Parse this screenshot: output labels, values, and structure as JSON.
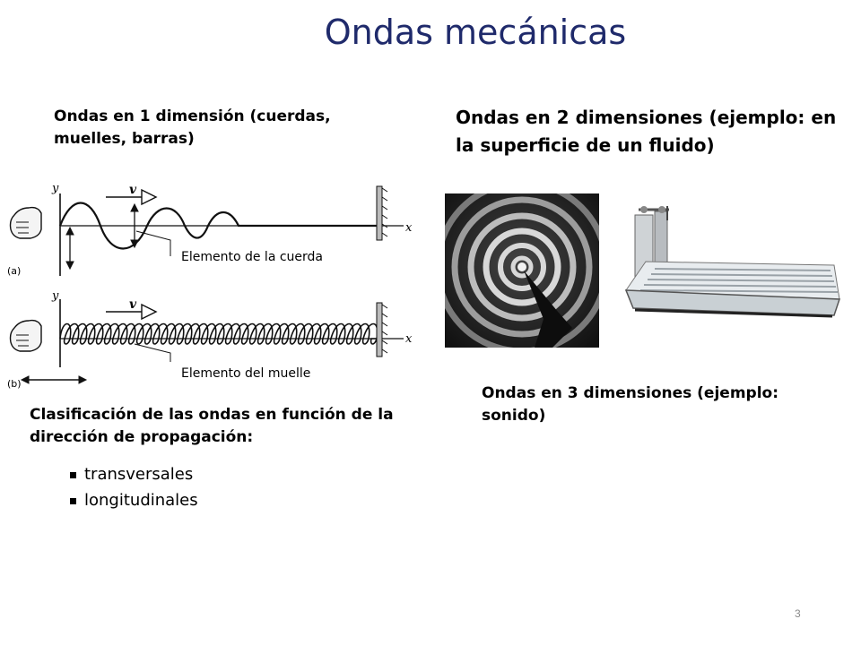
{
  "title": "Ondas mecánicas",
  "waves_1d": {
    "heading": "Ondas en 1 dimensión (cuerdas, muelles, barras)",
    "labels": {
      "y": "y",
      "x": "x",
      "v": "v",
      "a": "(a)",
      "b": "(b)"
    },
    "caption_string": "Elemento de la cuerda",
    "caption_spring": "Elemento del muelle"
  },
  "waves_2d": {
    "heading": "Ondas en 2 dimensiones (ejemplo: en la superficie de un fluido)"
  },
  "waves_3d": {
    "heading": "Ondas en 3 dimensiones (ejemplo: sonido)"
  },
  "classification": {
    "heading": "Clasificación de las ondas en función de la dirección de propagación:",
    "items": [
      "transversales",
      "longitudinales"
    ]
  },
  "page_number": "3"
}
